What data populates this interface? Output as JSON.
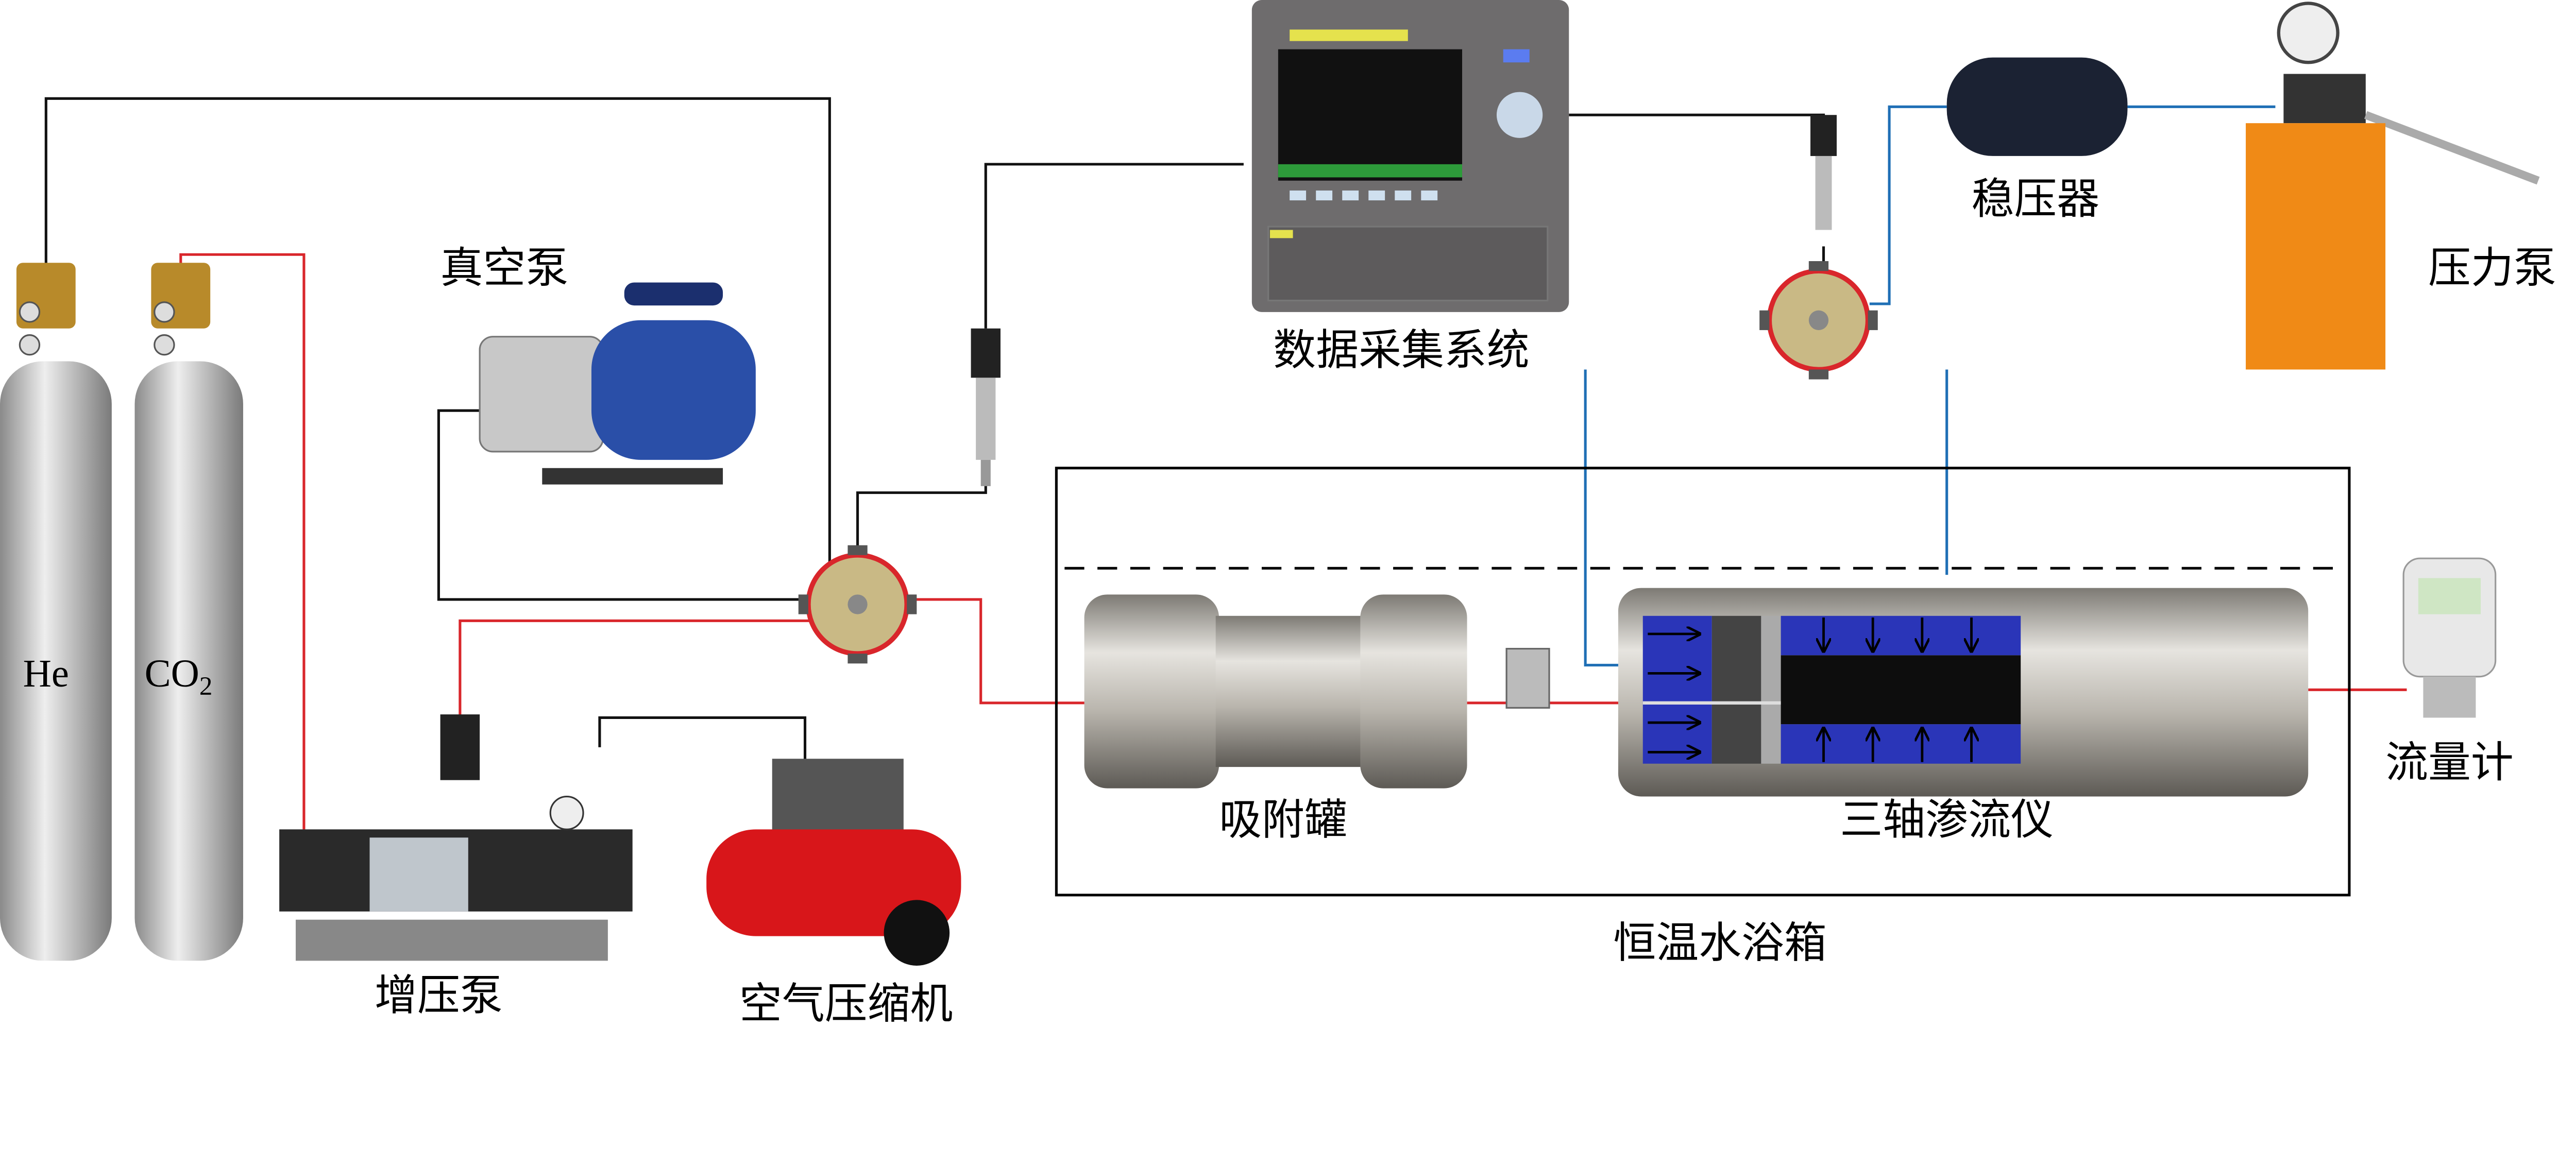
{
  "labels": {
    "he": "He",
    "co2": "CO",
    "co2_sub": "2",
    "vacuum_pump": "真空泵",
    "data_acquisition": "数据采集系统",
    "stabilizer": "稳压器",
    "pressure_pump": "压力泵",
    "booster_pump": "增压泵",
    "air_compressor": "空气压缩机",
    "adsorption_tank": "吸附罐",
    "triaxial_cell": "三轴渗流仪",
    "flow_meter": "流量计",
    "water_bath": "恒温水浴箱"
  },
  "colors": {
    "gas_line": "#d9262b",
    "signal_line": "#111111",
    "hydraulic_line": "#1f6fb5",
    "confining_fluid": "#2a35b8"
  }
}
